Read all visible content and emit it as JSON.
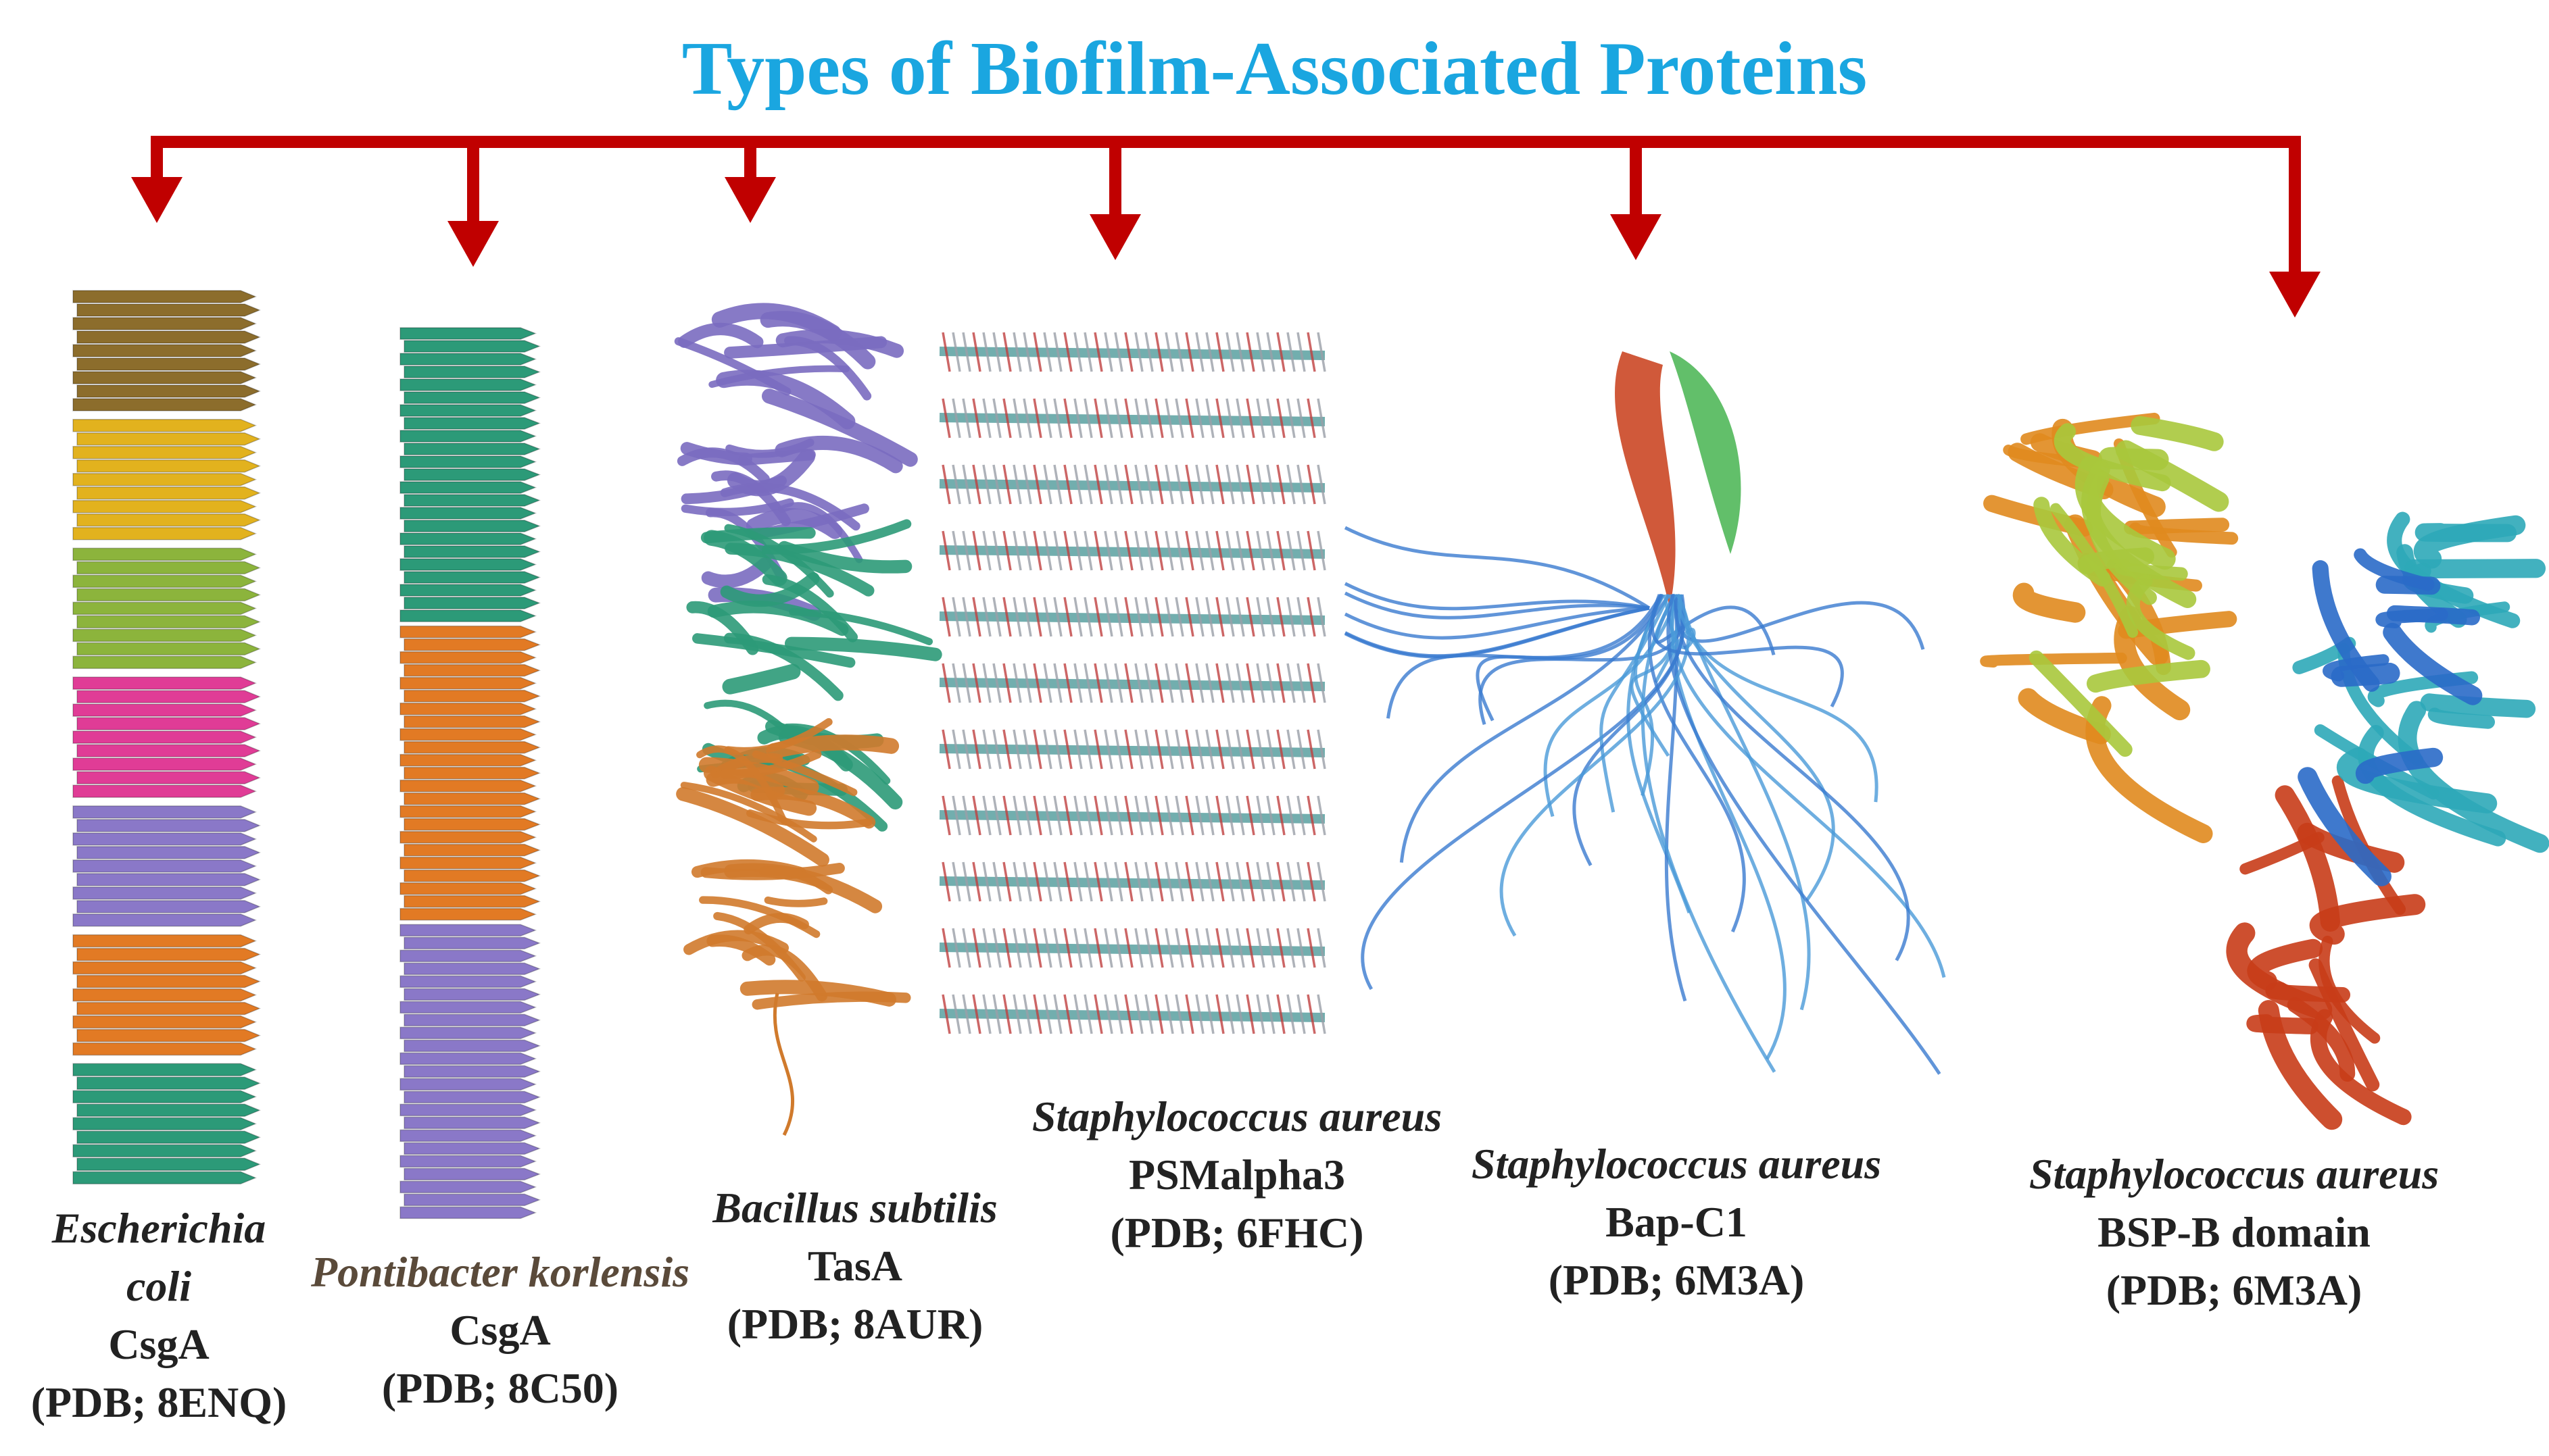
{
  "title": "Types of Biofilm-Associated Proteins",
  "colors": {
    "title": "#1aa6e0",
    "arrow": "#c00000",
    "label": "#222222"
  },
  "proteins": [
    {
      "species_line1": "Escherichia",
      "species_line2": "coli",
      "protein": "CsgA",
      "pdb": "(PDB; 8ENQ)",
      "structure": "stacked-beta-helix",
      "segment_colors": [
        "#8c6d2c",
        "#e2b21e",
        "#8cb43c",
        "#e03c96",
        "#8a78c8",
        "#e27a24",
        "#2c9a78"
      ]
    },
    {
      "species": "Pontibacter korlensis",
      "protein": "CsgA",
      "pdb": "(PDB; 8C50)",
      "structure": "stacked-beta-helix",
      "segment_colors": [
        "#2c9a78",
        "#e27a24",
        "#8a78c8"
      ]
    },
    {
      "species": "Bacillus subtilis",
      "protein": "TasA",
      "pdb": "(PDB; 8AUR)",
      "structure": "ribbon-fibril",
      "segment_colors": [
        "#7a6cc0",
        "#2c9a78",
        "#d07a2c"
      ]
    },
    {
      "species": "Staphylococcus aureus",
      "protein": "PSMalpha3",
      "pdb": "(PDB; 6FHC)",
      "structure": "stick-lattice",
      "segment_colors": [
        "#5aa0a0",
        "#c04040",
        "#9aa0a8"
      ]
    },
    {
      "species": "Staphylococcus aureus",
      "protein": "Bap-C1",
      "pdb": "(PDB; 6M3A)",
      "structure": "nmr-ensemble",
      "segment_colors": [
        "#c83c18",
        "#46b450",
        "#3a7ad0",
        "#4a9ad8"
      ]
    },
    {
      "species": "Staphylococcus aureus",
      "protein": "BSP-B domain",
      "pdb": "(PDB; 6M3A)",
      "structure": "rainbow-ribbon",
      "segment_colors": [
        "#e08a1e",
        "#a8c83c",
        "#c83c18",
        "#2ea8b8",
        "#2a6ac8"
      ]
    }
  ]
}
